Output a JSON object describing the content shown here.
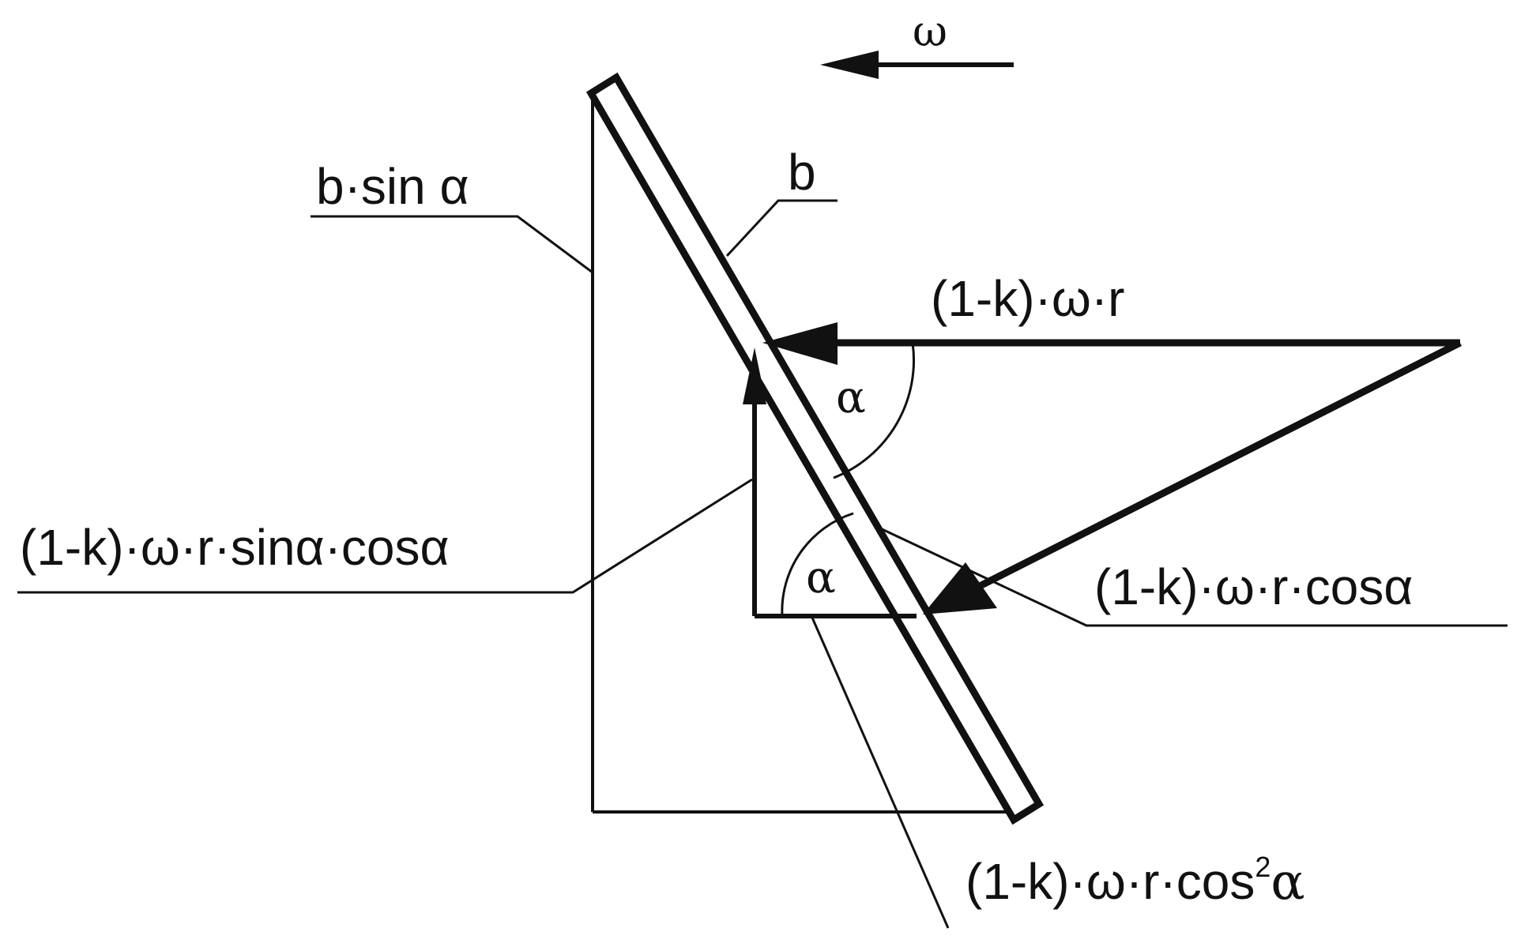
{
  "labels": {
    "omega": "ω",
    "b_sin_alpha": "b·sin α",
    "b": "b",
    "v_rel": "(1-k)·ω·r",
    "alpha_upper": "α",
    "alpha_lower": "α",
    "v_sin_cos": "(1-k)·ω·r·sinα·cosα",
    "v_cos": "(1-k)·ω·r·cosα",
    "v_cos2_prefix": "(1-k)·ω·r·cos",
    "v_cos2_exp": "2",
    "v_cos2_suffix": "α"
  },
  "colors": {
    "stroke": "#111111",
    "background": "#ffffff"
  }
}
